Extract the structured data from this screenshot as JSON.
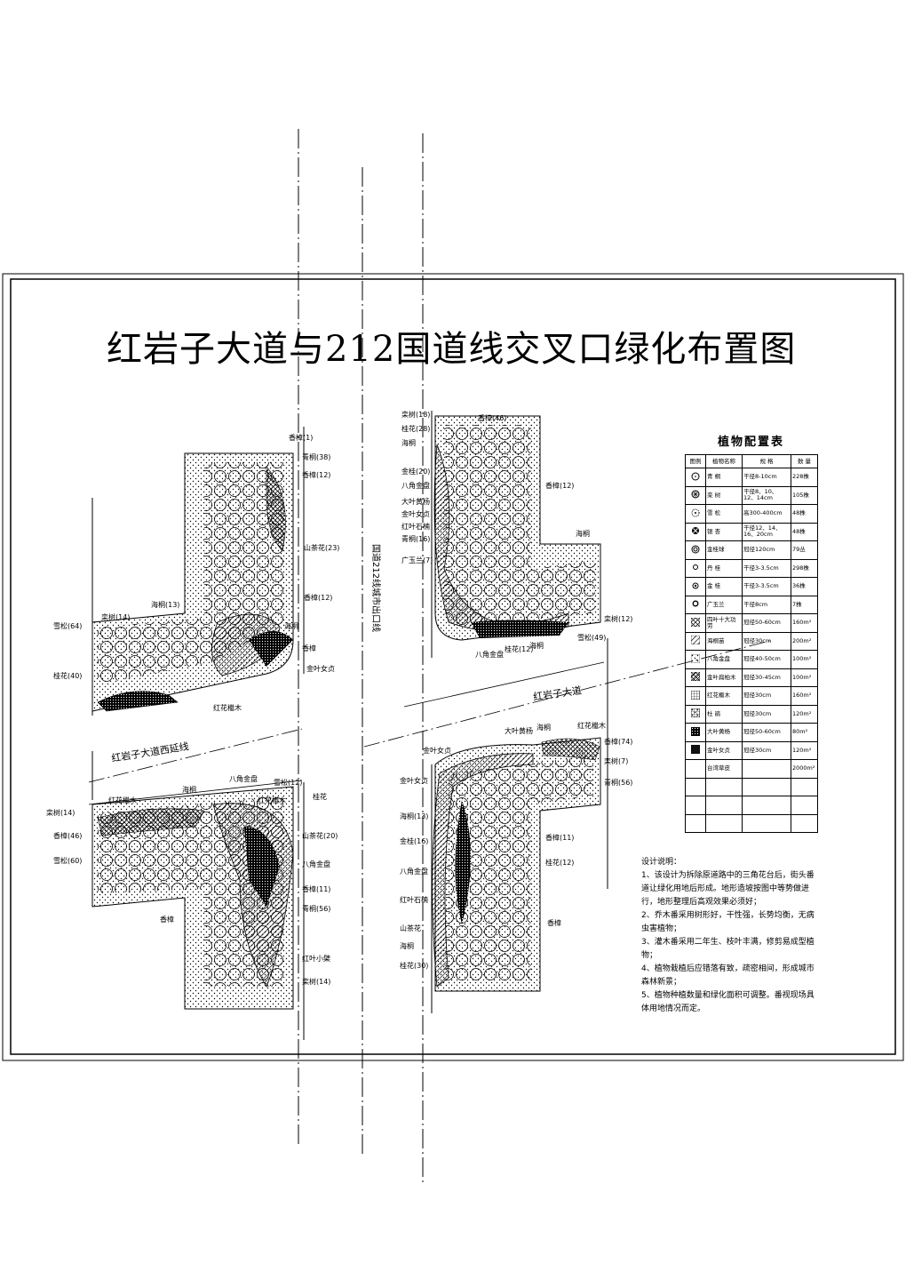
{
  "title": "红岩子大道与212国道线交叉口绿化布置图",
  "roads": {
    "west_extension": "红岩子大道西延线",
    "main": "红岩子大道",
    "g212": "国道212线城市出口线"
  },
  "labels_nw": [
    "青桐(38)",
    "香樟(12)",
    "山茶花(23)",
    "香樟(12)",
    "海桐(13)",
    "栾树(14)",
    "雪松(64)",
    "桂花(40)",
    "红花檵木",
    "金叶女贞",
    "香樟(1)",
    "海桐",
    "香樟"
  ],
  "labels_ne": [
    "香樟(46)",
    "栾树(18)",
    "桂花(28)",
    "海桐",
    "金桂(20)",
    "八角金盘",
    "大叶黄杨",
    "金叶女贞",
    "红叶石楠",
    "青桐(16)",
    "广玉兰(7)",
    "香樟(12)",
    "海桐",
    "栾树(12)",
    "雪松(49)",
    "八角金盘",
    "桂花(12)",
    "海桐"
  ],
  "labels_sw": [
    "红花檵木",
    "海桐",
    "八角金盘",
    "雪松(12)",
    "桂花",
    "栾树(14)",
    "香樟(46)",
    "雪松(60)",
    "红花檵木",
    "山茶花(20)",
    "八角金盘",
    "香樟(11)",
    "青桐(56)",
    "红叶小檗",
    "栾树(14)",
    "香樟"
  ],
  "labels_se": [
    "大叶黄杨",
    "海桐",
    "红花檵木",
    "金叶女贞",
    "香樟(74)",
    "栾树(7)",
    "青桐(56)",
    "金叶女贞",
    "海桐(13)",
    "香樟(11)",
    "金桂(16)",
    "八角金盘",
    "桂花(12)",
    "红叶石楠",
    "山茶花",
    "海桐",
    "桂花(30)",
    "香樟"
  ],
  "table": {
    "title": "植物配置表",
    "headers": [
      "图例",
      "植物名称",
      "规 格",
      "数 量"
    ],
    "rows": [
      {
        "icon": "circle-dot",
        "name": "青 桐",
        "spec": "干径8-10cm",
        "qty": "228株"
      },
      {
        "icon": "circle-star",
        "name": "栾 树",
        "spec": "干径8、10、12、14cm",
        "qty": "105株"
      },
      {
        "icon": "circle-dotted",
        "name": "雪 松",
        "spec": "高300-400cm",
        "qty": "48株"
      },
      {
        "icon": "circle-cross",
        "name": "银 杏",
        "spec": "干径12、14、16、20cm",
        "qty": "48株"
      },
      {
        "icon": "circle-flower",
        "name": "金桂球",
        "spec": "冠径120cm",
        "qty": "79丛"
      },
      {
        "icon": "circle-small",
        "name": "丹 桂",
        "spec": "干径3-3.5cm",
        "qty": "298株"
      },
      {
        "icon": "circle-double",
        "name": "金 桂",
        "spec": "干径3-3.5cm",
        "qty": "36株"
      },
      {
        "icon": "circle-ring",
        "name": "广玉兰",
        "spec": "干径8cm",
        "qty": "7株"
      },
      {
        "icon": "hatch-cross",
        "name": "四叶十大功劳",
        "spec": "冠径50-60cm",
        "qty": "160m²"
      },
      {
        "icon": "hatch-diag",
        "name": "海桐苗",
        "spec": "冠径30cm",
        "qty": "200m²"
      },
      {
        "icon": "dots",
        "name": "八角金盘",
        "spec": "冠径40-50cm",
        "qty": "100m²"
      },
      {
        "icon": "hatch-dense",
        "name": "金叶扁柏木",
        "spec": "冠径30-45cm",
        "qty": "100m²"
      },
      {
        "icon": "hatch-grid",
        "name": "红花檵木",
        "spec": "冠径30cm",
        "qty": "160m²"
      },
      {
        "icon": "hatch-fine",
        "name": "杜 鹃",
        "spec": "冠径30cm",
        "qty": "120m²"
      },
      {
        "icon": "hatch-dark",
        "name": "大叶黄杨",
        "spec": "冠径50-60cm",
        "qty": "80m²"
      },
      {
        "icon": "hatch-black",
        "name": "金叶女贞",
        "spec": "冠径30cm",
        "qty": "120m²"
      },
      {
        "icon": "blank",
        "name": "台湾草皮",
        "spec": "",
        "qty": "2000m²"
      },
      {
        "icon": "blank",
        "name": "",
        "spec": "",
        "qty": ""
      },
      {
        "icon": "blank",
        "name": "",
        "spec": "",
        "qty": ""
      },
      {
        "icon": "blank",
        "name": "",
        "spec": "",
        "qty": ""
      }
    ]
  },
  "notes": {
    "heading": "设计说明：",
    "items": [
      "1、该设计为拆除原道路中的三角花台后，街头番道让绿化用地后形成。地形造坡按图中等势做进行，地形整理后高观效果必须好；",
      "2、乔木番采用树形好，干性强，长势均衡，无病虫害植物；",
      "3、灌木番采用二年生、枝叶丰满，修剪易成型植物；",
      "4、植物栽植后应错落有致，疏密相间，形成城市森林新景；",
      "5、植物种植数量和绿化面积可调整。番视现场具体用地情况而定。"
    ]
  }
}
